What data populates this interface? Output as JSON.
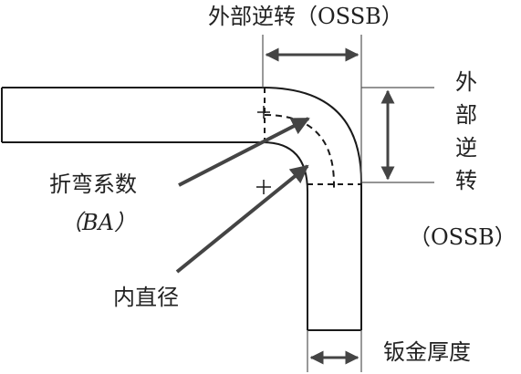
{
  "labels": {
    "outer_setback_top": "外部逆转（OSSB）",
    "outer_setback_side_chars": [
      "外",
      "部",
      "逆",
      "转"
    ],
    "outer_setback_side_abbr": "（OSSB）",
    "bend_allowance": "折弯系数",
    "bend_allowance_abbr": "（BA）",
    "inner_diameter": "内直径",
    "sheet_thickness": "钣金厚度"
  },
  "colors": {
    "line": "#1a1a1a",
    "arrow": "#444444",
    "text": "#222222"
  }
}
